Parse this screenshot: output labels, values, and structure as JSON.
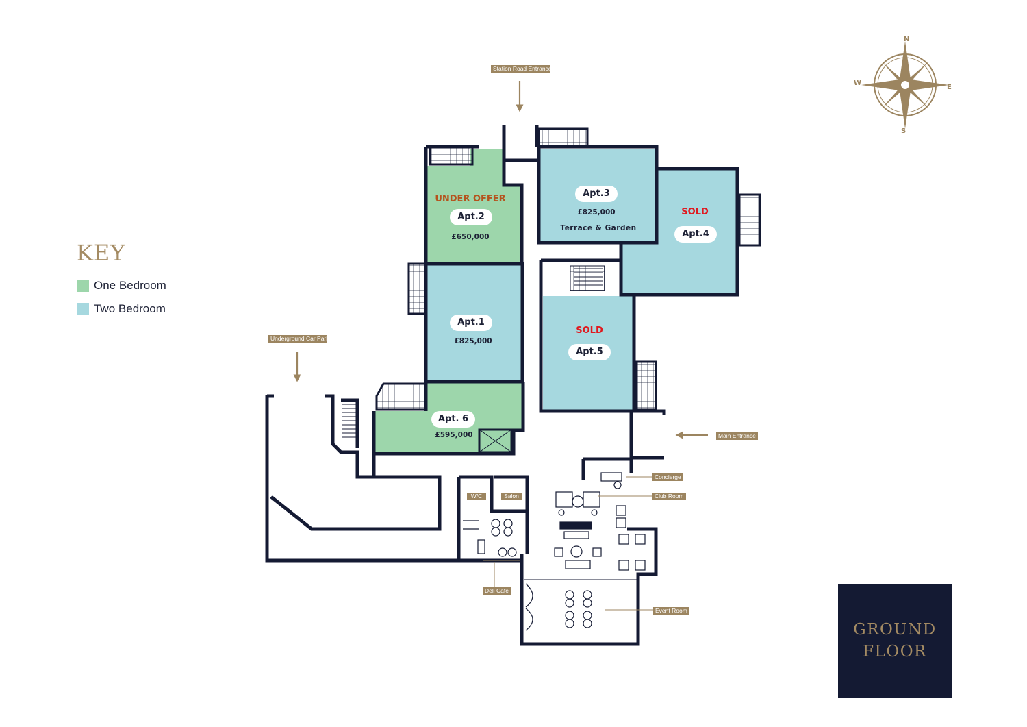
{
  "key": {
    "title": "KEY",
    "items": [
      {
        "label": "One Bedroom",
        "color": "#9dd6ab"
      },
      {
        "label": "Two Bedroom",
        "color": "#a6d8df"
      }
    ]
  },
  "colors": {
    "wall": "#141a33",
    "accent": "#9c8560",
    "one_bedroom": "#9dd6ab",
    "two_bedroom": "#a6d8df",
    "under_offer": "#b5531d",
    "sold": "#e0191f"
  },
  "compass": {
    "n": "N",
    "s": "S",
    "e": "E",
    "w": "W"
  },
  "apartments": [
    {
      "id": "apt2",
      "label": "Apt.2",
      "price": "£650,000",
      "status": "UNDER OFFER",
      "type": "one_bedroom"
    },
    {
      "id": "apt1",
      "label": "Apt.1",
      "price": "£825,000",
      "type": "two_bedroom"
    },
    {
      "id": "apt3",
      "label": "Apt.3",
      "price": "£825,000",
      "note": "Terrace & Garden",
      "type": "two_bedroom"
    },
    {
      "id": "apt4",
      "label": "Apt.4",
      "status": "SOLD",
      "type": "two_bedroom"
    },
    {
      "id": "apt5",
      "label": "Apt.5",
      "status": "SOLD",
      "type": "two_bedroom"
    },
    {
      "id": "apt6",
      "label": "Apt. 6",
      "price": "£595,000",
      "type": "one_bedroom"
    }
  ],
  "entrances": {
    "station_road": "Station Road Entrance",
    "car_park": "Underground Car Park",
    "main": "Main Entrance"
  },
  "rooms": {
    "concierge": "Concierge",
    "club_room": "Club Room",
    "wc": "W/C",
    "salon": "Salon",
    "deli_cafe": "Deli Café",
    "event_room": "Event Room"
  },
  "floor": {
    "line1": "GROUND",
    "line2": "FLOOR"
  }
}
